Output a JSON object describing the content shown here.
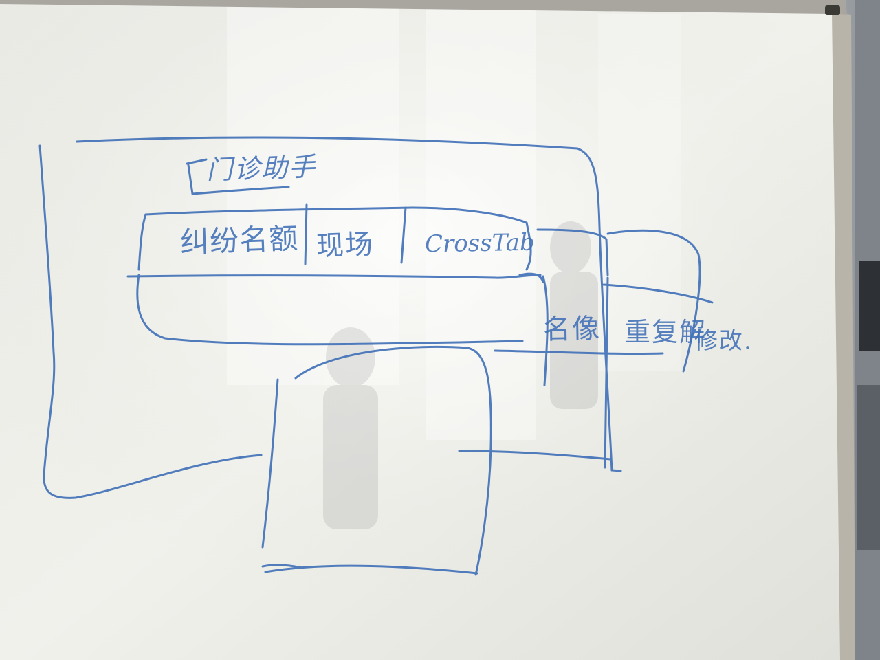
{
  "image": {
    "description_type": "photo",
    "subject": "whiteboard-sketch",
    "ink_color": "#3f6fb7",
    "board_color": "#eeefea",
    "frame_color": "#b9b4aa"
  },
  "sketch": {
    "title": "门诊助手",
    "tabs": [
      {
        "label": "纠纷名额"
      },
      {
        "label": "现场"
      },
      {
        "label": "CrossTab"
      }
    ],
    "columns": [
      {
        "label": "名像"
      },
      {
        "label": "重复解"
      },
      {
        "label": "修改."
      }
    ]
  }
}
